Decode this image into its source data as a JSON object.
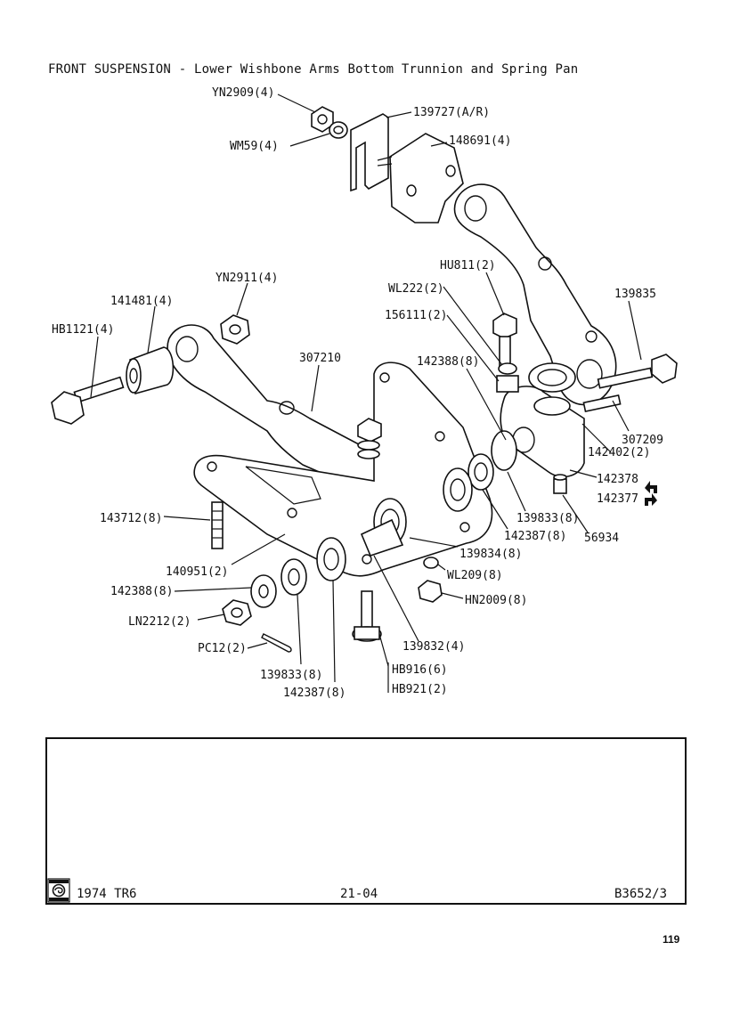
{
  "title": "FRONT SUSPENSION - Lower Wishbone Arms Bottom Trunnion and Spring Pan",
  "footer": {
    "model": "1974 TR6",
    "section": "21-04",
    "ref": "B3652/3"
  },
  "page_number": "119",
  "icons": {
    "logo": "british-leyland-logo-icon",
    "arrow_left": "left-hand-arrow-icon",
    "arrow_right": "right-hand-arrow-icon"
  },
  "parts": [
    {
      "id": "yn2909",
      "label": "YN2909(4)"
    },
    {
      "id": "p139727",
      "label": "139727(A/R)"
    },
    {
      "id": "wm59",
      "label": "WM59(4)"
    },
    {
      "id": "p148691",
      "label": "148691(4)"
    },
    {
      "id": "hu811",
      "label": "HU811(2)"
    },
    {
      "id": "wl222",
      "label": "WL222(2)"
    },
    {
      "id": "p139835",
      "label": "139835"
    },
    {
      "id": "yn2911",
      "label": "YN2911(4)"
    },
    {
      "id": "p141481",
      "label": "141481(4)"
    },
    {
      "id": "p156111",
      "label": "156111(2)"
    },
    {
      "id": "hb1121",
      "label": "HB1121(4)"
    },
    {
      "id": "p307210",
      "label": "307210"
    },
    {
      "id": "p142388a",
      "label": "142388(8)"
    },
    {
      "id": "p307209",
      "label": "307209"
    },
    {
      "id": "p142402",
      "label": "142402(2)"
    },
    {
      "id": "p142378",
      "label": "142378"
    },
    {
      "id": "p142377",
      "label": "142377"
    },
    {
      "id": "p143712",
      "label": "143712(8)"
    },
    {
      "id": "p139833a",
      "label": "139833(8)"
    },
    {
      "id": "p142387a",
      "label": "142387(8)"
    },
    {
      "id": "p56934",
      "label": "56934"
    },
    {
      "id": "p139834",
      "label": "139834(8)"
    },
    {
      "id": "p140951",
      "label": "140951(2)"
    },
    {
      "id": "wl209",
      "label": "WL209(8)"
    },
    {
      "id": "p142388b",
      "label": "142388(8)"
    },
    {
      "id": "hn2009",
      "label": "HN2009(8)"
    },
    {
      "id": "ln2212",
      "label": "LN2212(2)"
    },
    {
      "id": "p139832",
      "label": "139832(4)"
    },
    {
      "id": "pc12",
      "label": "PC12(2)"
    },
    {
      "id": "p139833b",
      "label": "139833(8)"
    },
    {
      "id": "hb916",
      "label": "HB916(6)"
    },
    {
      "id": "p142387b",
      "label": "142387(8)"
    },
    {
      "id": "hb921",
      "label": "HB921(2)"
    }
  ]
}
